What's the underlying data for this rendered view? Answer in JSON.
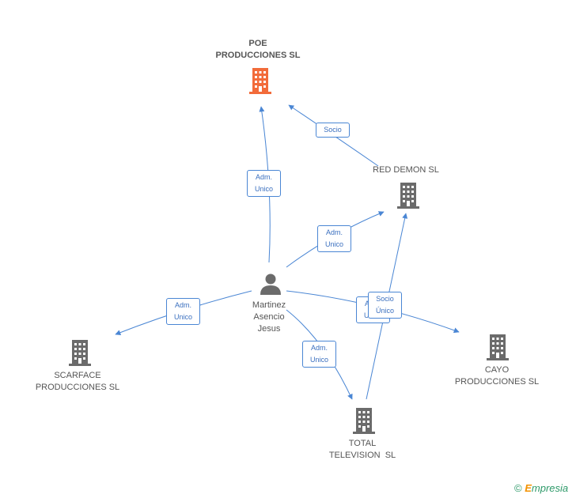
{
  "colors": {
    "edge": "#4a86d4",
    "building_main": "#f26b3a",
    "building": "#6b6b6b",
    "person": "#6b6b6b"
  },
  "nodes": {
    "poe": {
      "line1": "POE",
      "line2": "PRODUCCIONES SL",
      "icon": "building-icon"
    },
    "red_demon": {
      "line1": "RED DEMON SL",
      "icon": "building-icon"
    },
    "person": {
      "line1": "Martinez",
      "line2": "Asencio",
      "line3": "Jesus",
      "icon": "person-icon"
    },
    "scarface": {
      "line1": "SCARFACE",
      "line2": "PRODUCCIONES SL",
      "icon": "building-icon"
    },
    "total": {
      "line1": "TOTAL",
      "line2": "TELEVISION  SL",
      "icon": "building-icon"
    },
    "cayo": {
      "line1": "CAYO",
      "line2": "PRODUCCIONES SL",
      "icon": "building-icon"
    }
  },
  "relations": {
    "person_poe": {
      "line1": "Adm.",
      "line2": "Unico"
    },
    "red_demon_poe": {
      "line1": "Socio"
    },
    "person_red_demon": {
      "line1": "Adm.",
      "line2": "Unico"
    },
    "person_scarface": {
      "line1": "Adm.",
      "line2": "Unico"
    },
    "person_total": {
      "line1": "Adm.",
      "line2": "Unico"
    },
    "person_cayo": {
      "line1": "Adm.",
      "line2": "Unico"
    },
    "total_red_demon": {
      "line1": "Socio",
      "line2": "Único"
    }
  },
  "footer": {
    "copyright": "©",
    "brand_e": "E",
    "brand_rest": "mpresia"
  }
}
